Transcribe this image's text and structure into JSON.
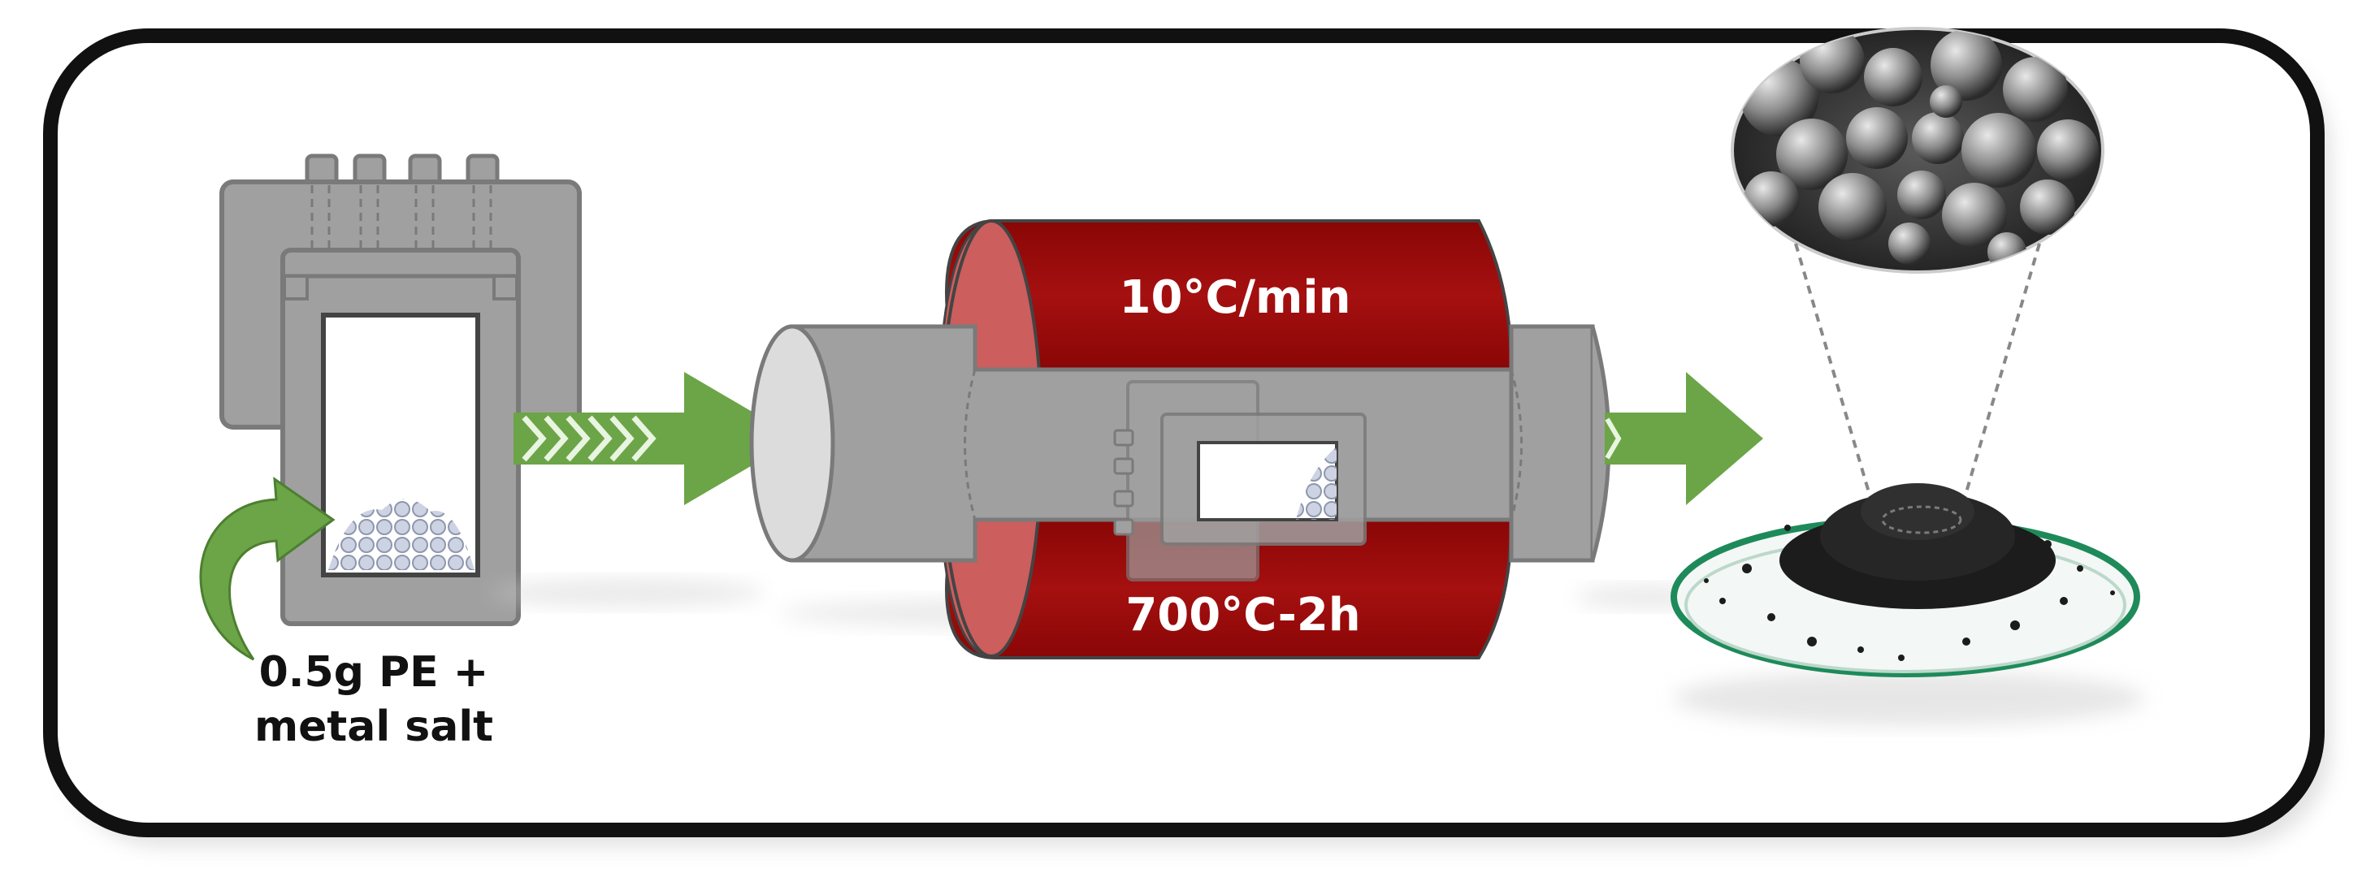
{
  "labels": {
    "precursor_line1": "0.5g PE +",
    "precursor_line2": "metal salt",
    "heating_rate": "10°C/min",
    "hold": "700°C-2h"
  },
  "colors": {
    "frame": "#111111",
    "reactor": "#a0a0a0",
    "reactor_stroke": "#7a7a7a",
    "furnace": "#9b0b0b",
    "furnace_end": "#cc5e5e",
    "arrow": "#6ba547",
    "arrow_chevron": "#e9f4e1",
    "powder": "#1c1c1c",
    "dish_rim": "#1e8a5a"
  },
  "icons": {
    "autoclave": "autoclave-reactor-icon",
    "furnace": "tube-furnace-icon",
    "product": "carbon-spheres-powder-icon"
  }
}
